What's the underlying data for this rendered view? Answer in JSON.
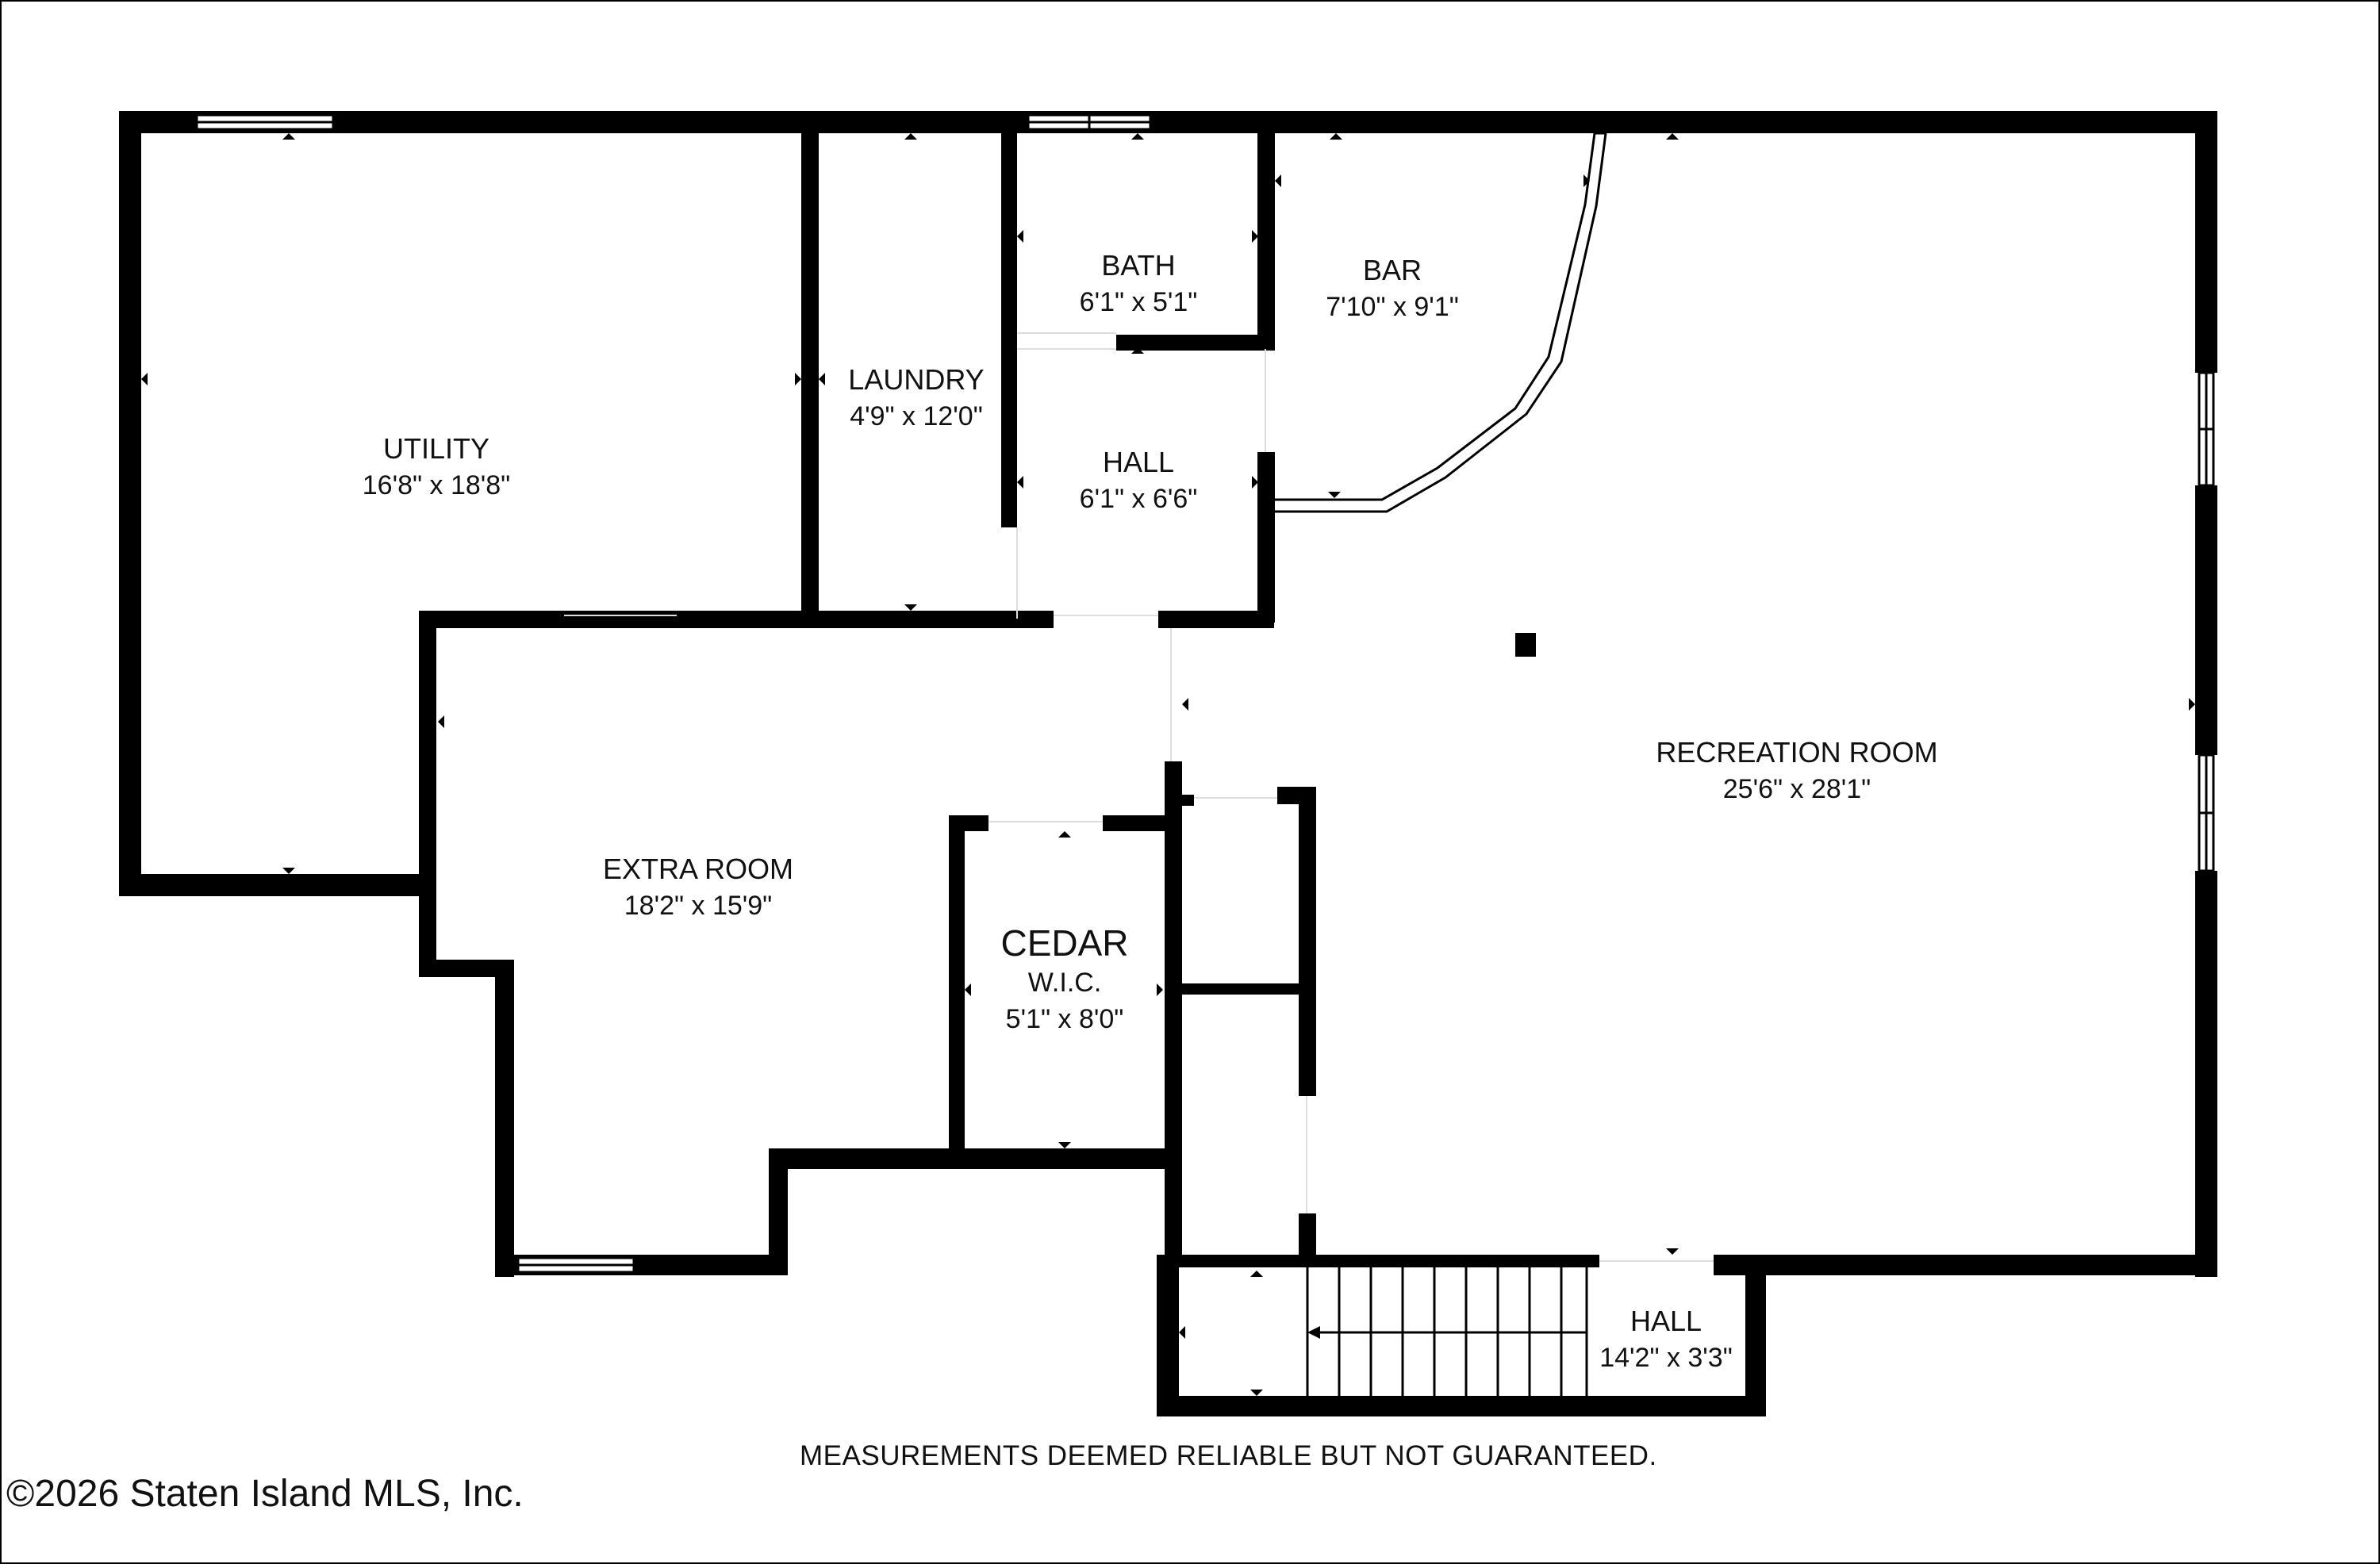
{
  "rooms": {
    "utility": {
      "name": "UTILITY",
      "dims": "16'8\" x 18'8\""
    },
    "laundry": {
      "name": "LAUNDRY",
      "dims": "4'9\" x 12'0\""
    },
    "bath": {
      "name": "BATH",
      "dims": "6'1\" x 5'1\""
    },
    "hall_upper": {
      "name": "HALL",
      "dims": "6'1\" x 6'6\""
    },
    "bar": {
      "name": "BAR",
      "dims": "7'10\" x 9'1\""
    },
    "recreation": {
      "name": "RECREATION ROOM",
      "dims": "25'6\" x 28'1\""
    },
    "extra": {
      "name": "EXTRA ROOM",
      "dims": "18'2\" x 15'9\""
    },
    "cedar": {
      "name": "CEDAR",
      "sub": "W.I.C.",
      "dims": "5'1\" x 8'0\""
    },
    "hall_lower": {
      "name": "HALL",
      "dims": "14'2\" x 3'3\""
    }
  },
  "footnote": "MEASUREMENTS DEEMED RELIABLE BUT NOT GUARANTEED.",
  "copyright": "©2026 Staten Island MLS, Inc.",
  "colors": {
    "wall": "#000000",
    "background": "#ffffff",
    "text": "#111111"
  }
}
